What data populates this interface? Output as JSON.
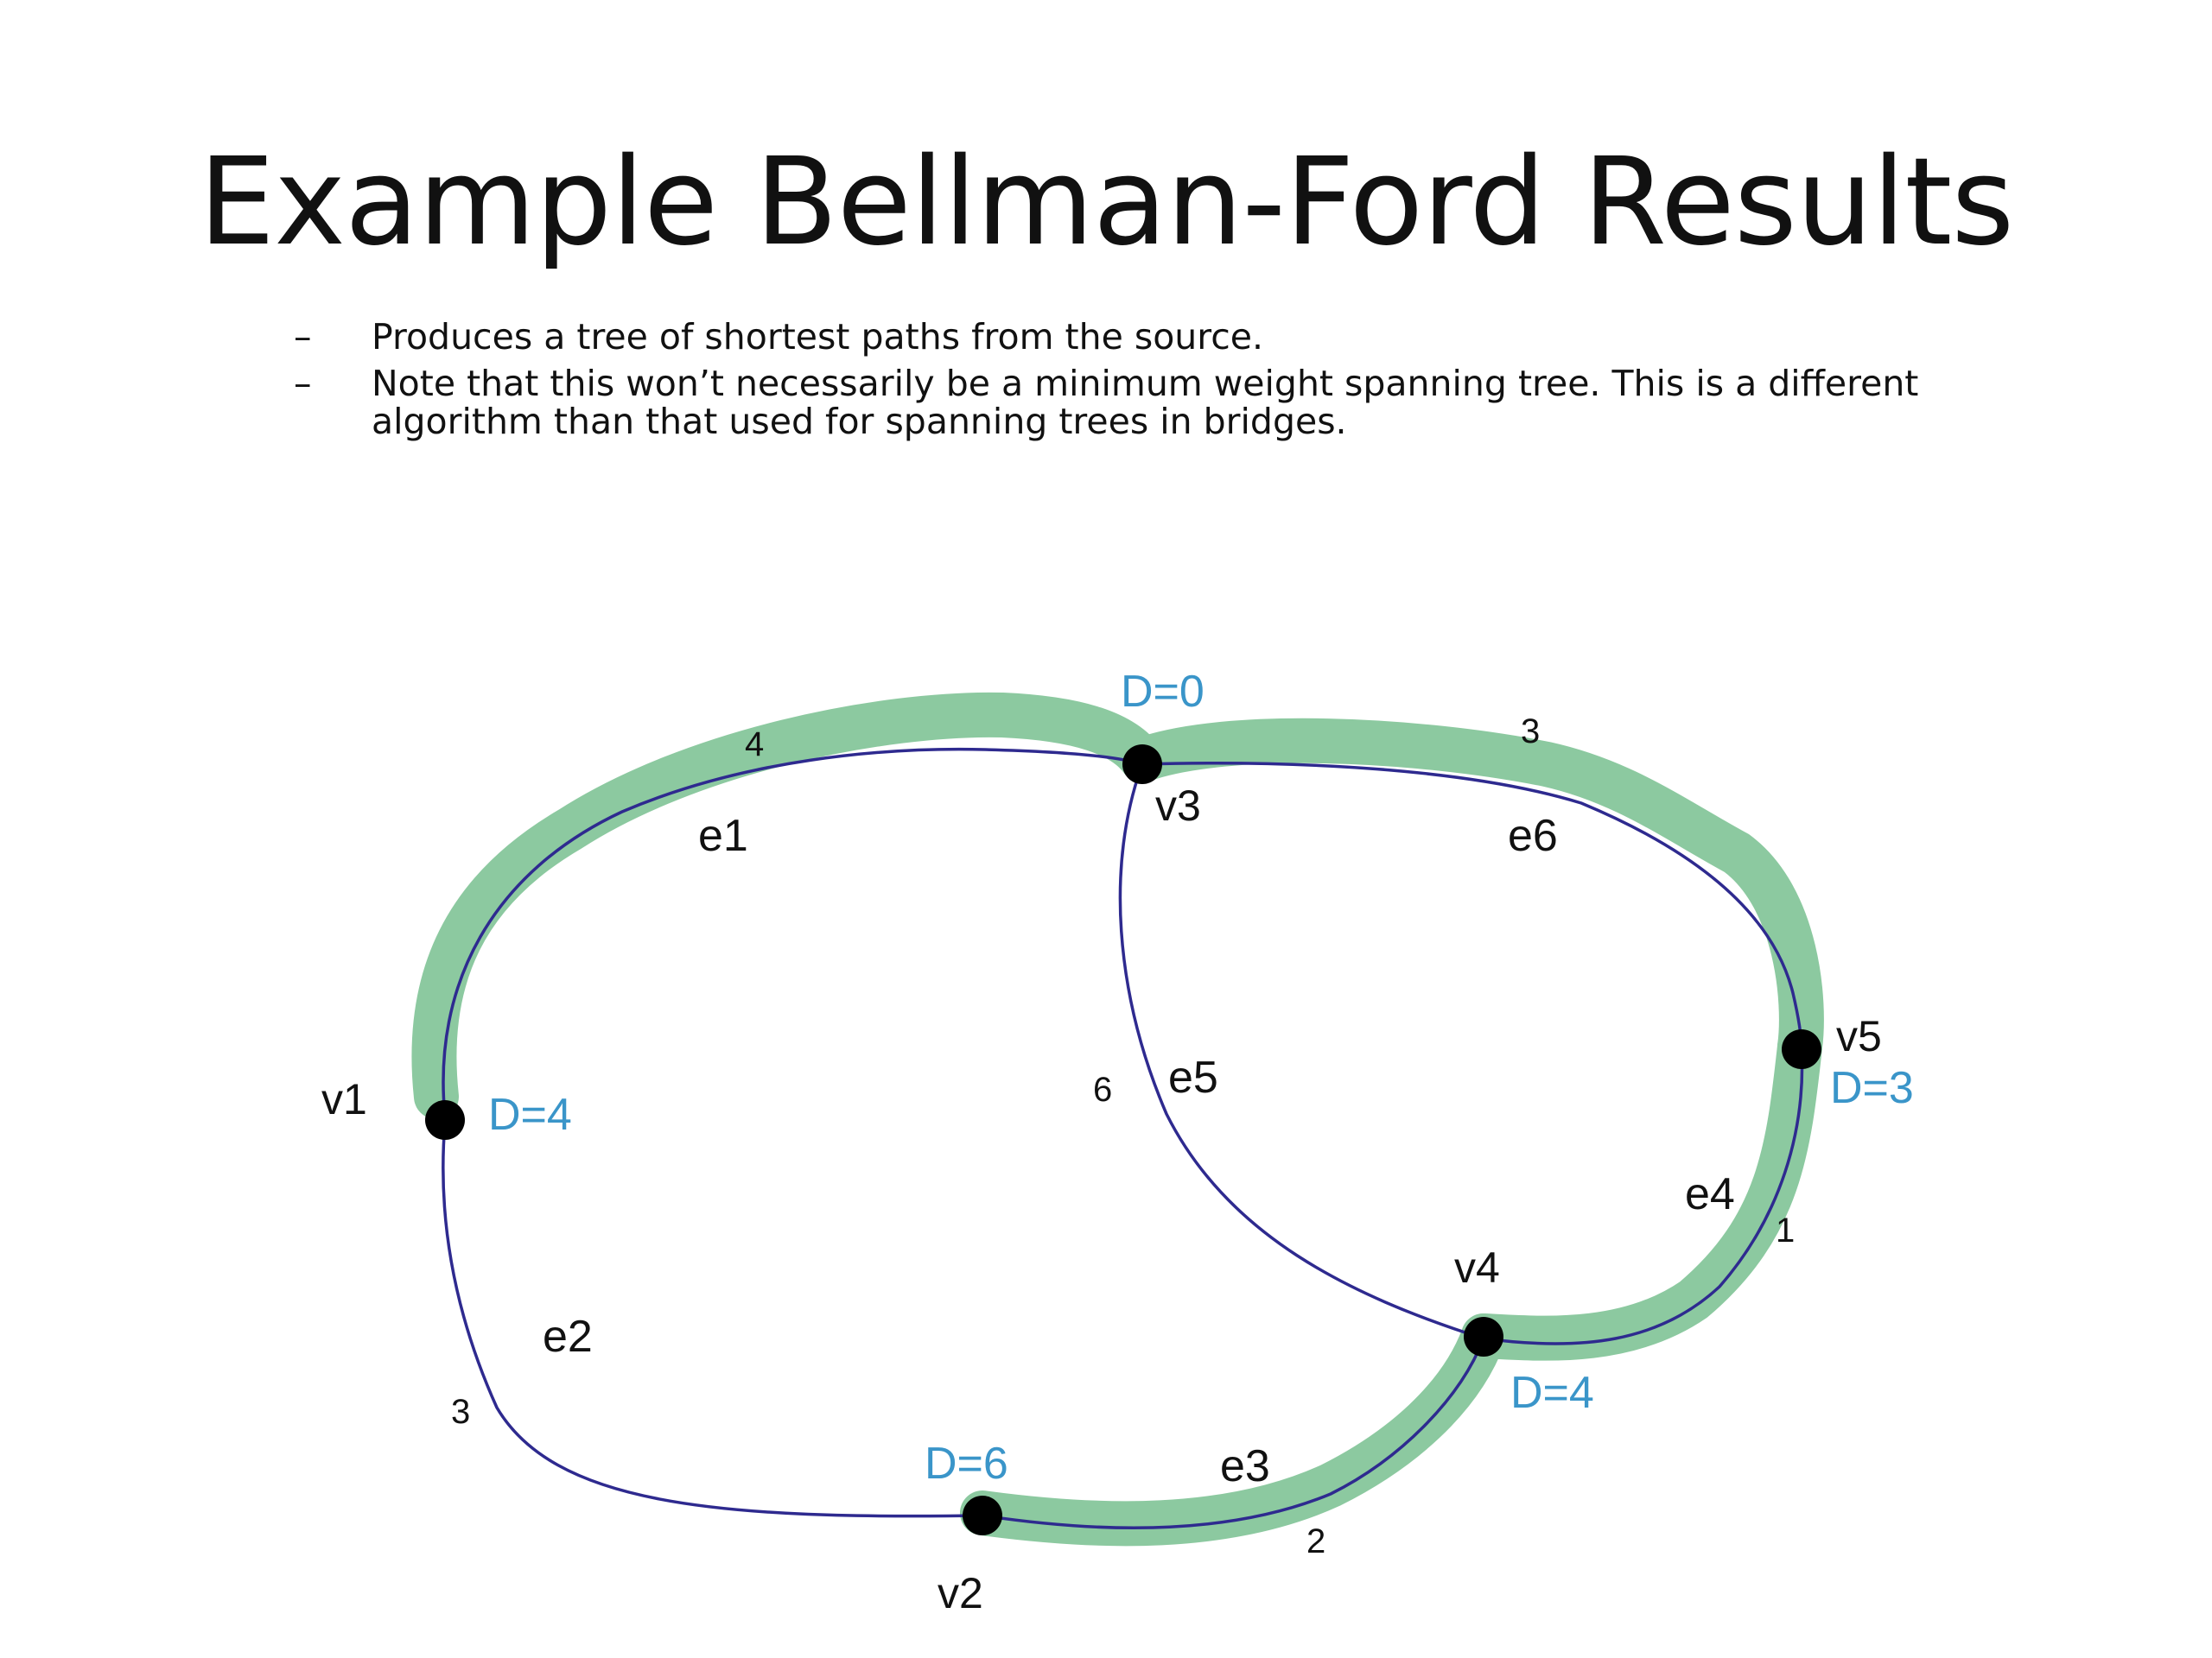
{
  "title": "Example Bellman-Ford Results",
  "bullets": [
    {
      "dash": "–",
      "text": "Produces a tree of shortest paths from the source."
    },
    {
      "dash": "–",
      "text": "Note that this won’t necessarily be a minimum weight spanning tree.  This is a different algorithm than that used for spanning trees in bridges."
    }
  ],
  "colors": {
    "highlight": "#8cc9a0",
    "edge": "#2e2a8f",
    "distance_label": "#3a95c9",
    "node": "#000000"
  },
  "graph": {
    "nodes": [
      {
        "id": "v1",
        "label": "v1",
        "distance": "D=4"
      },
      {
        "id": "v2",
        "label": "v2",
        "distance": "D=6"
      },
      {
        "id": "v3",
        "label": "v3",
        "distance": "D=0"
      },
      {
        "id": "v4",
        "label": "v4",
        "distance": "D=4"
      },
      {
        "id": "v5",
        "label": "v5",
        "distance": "D=3"
      }
    ],
    "edges": [
      {
        "id": "e1",
        "label": "e1",
        "from": "v1",
        "to": "v3",
        "weight": "4",
        "in_tree": true
      },
      {
        "id": "e2",
        "label": "e2",
        "from": "v1",
        "to": "v2",
        "weight": "3",
        "in_tree": false
      },
      {
        "id": "e3",
        "label": "e3",
        "from": "v2",
        "to": "v4",
        "weight": "2",
        "in_tree": true
      },
      {
        "id": "e4",
        "label": "e4",
        "from": "v4",
        "to": "v5",
        "weight": "1",
        "in_tree": true
      },
      {
        "id": "e5",
        "label": "e5",
        "from": "v3",
        "to": "v4",
        "weight": "6",
        "in_tree": false
      },
      {
        "id": "e6",
        "label": "e6",
        "from": "v3",
        "to": "v5",
        "weight": "3",
        "in_tree": true
      }
    ]
  }
}
